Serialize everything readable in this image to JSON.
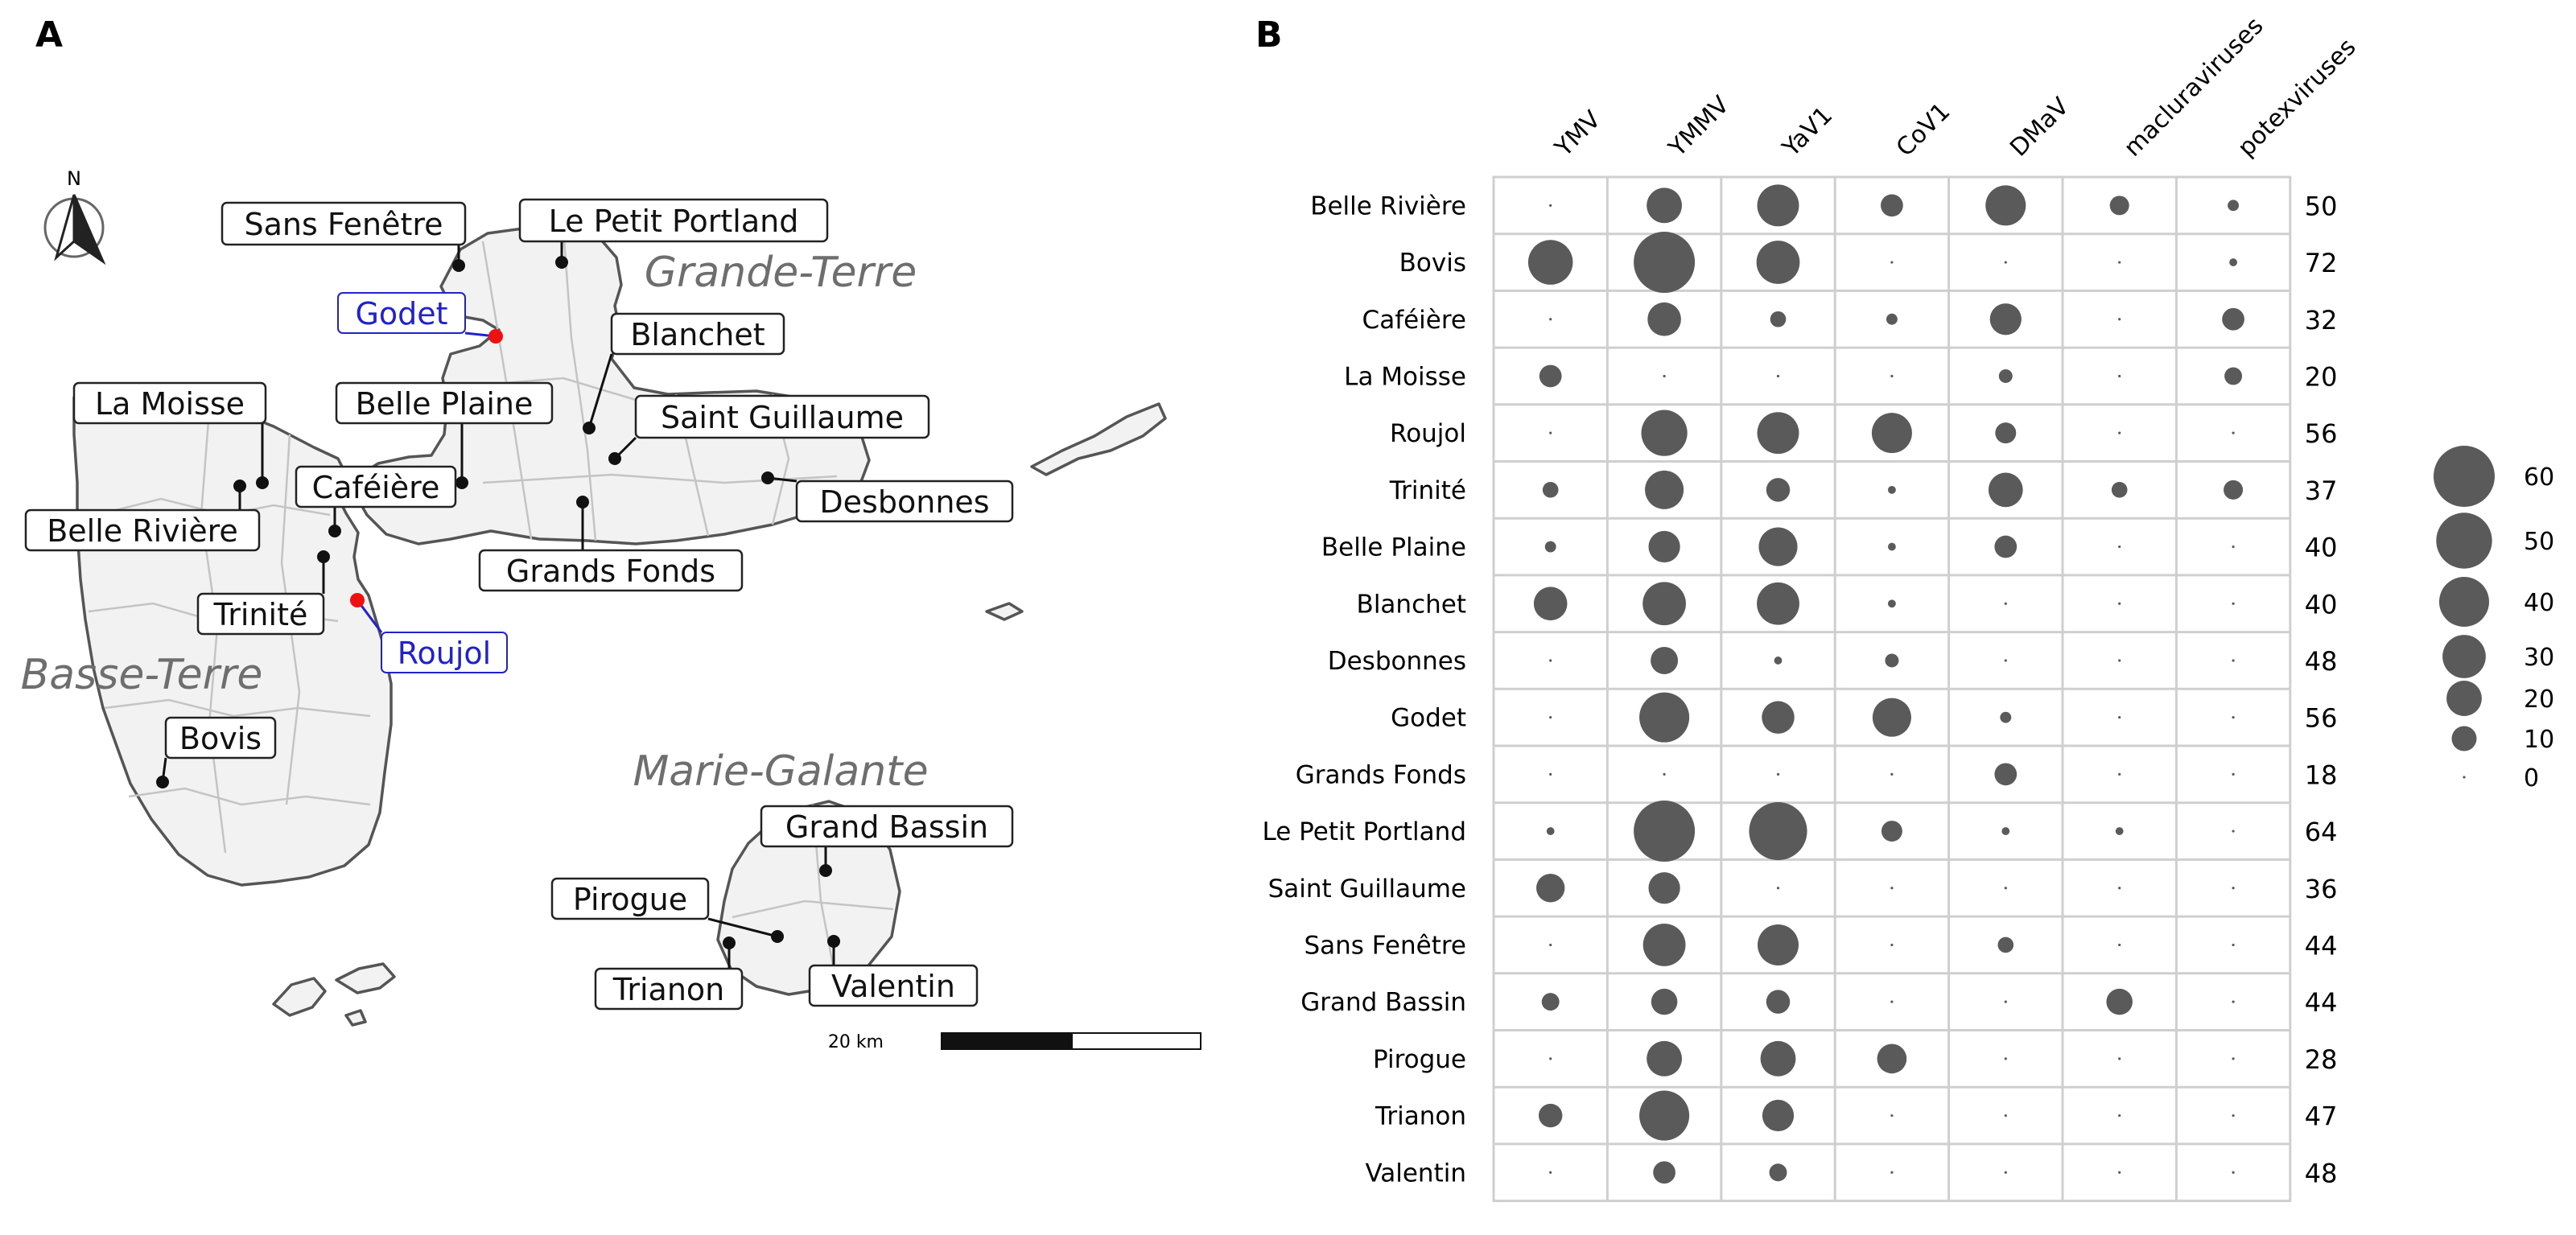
{
  "panel_a_letter": "A",
  "panel_b_letter": "B",
  "north_label": "N",
  "scale_bar_label": "20 km",
  "regions": [
    "Grande-Terre",
    "Basse-Terre",
    "Marie-Galante"
  ],
  "map_sites": [
    "Sans Fenêtre",
    "Le Petit Portland",
    "Godet",
    "Blanchet",
    "La Moisse",
    "Belle Plaine",
    "Saint Guillaume",
    "Caféière",
    "Desbonnes",
    "Belle Rivière",
    "Grands Fonds",
    "Trinité",
    "Roujol",
    "Bovis",
    "Grand Bassin",
    "Pirogue",
    "Trianon",
    "Valentin"
  ],
  "highlighted_sites": [
    "Godet",
    "Roujol"
  ],
  "colors": {
    "land": "#f2f2f2",
    "coast": "#555555",
    "commune_border": "#c4c4c4",
    "marker": "#111111",
    "highlight_marker": "#ee1111",
    "highlight_label": "#2222cc",
    "region_label": "#6e6e6e",
    "bubble": "#5a5a5a",
    "grid": "#cfcfcf"
  },
  "chart_data": {
    "type": "bubble_matrix",
    "columns": [
      "YMV",
      "YMMV",
      "YaV1",
      "CoV1",
      "DMaV",
      "macluraviruses",
      "potexviruses"
    ],
    "rows": [
      "Belle Rivière",
      "Bovis",
      "Caféière",
      "La Moisse",
      "Roujol",
      "Trinité",
      "Belle Plaine",
      "Blanchet",
      "Desbonnes",
      "Godet",
      "Grands Fonds",
      "Le Petit Portland",
      "Saint Guillaume",
      "Sans Fenêtre",
      "Grand Bassin",
      "Pirogue",
      "Trianon",
      "Valentin"
    ],
    "totals": [
      50,
      72,
      32,
      20,
      56,
      37,
      40,
      40,
      48,
      56,
      18,
      64,
      36,
      44,
      44,
      28,
      47,
      48
    ],
    "values": [
      [
        0,
        20,
        28,
        8,
        26,
        6,
        2
      ],
      [
        32,
        60,
        30,
        0,
        0,
        0,
        1
      ],
      [
        0,
        18,
        4,
        2,
        16,
        0,
        8
      ],
      [
        8,
        0,
        0,
        0,
        3,
        0,
        5
      ],
      [
        0,
        34,
        28,
        26,
        7,
        0,
        0
      ],
      [
        4,
        24,
        9,
        1,
        19,
        4,
        6
      ],
      [
        2,
        16,
        24,
        1,
        8,
        0,
        0
      ],
      [
        18,
        30,
        29,
        1,
        0,
        0,
        0
      ],
      [
        0,
        12,
        1,
        3,
        0,
        0,
        0
      ],
      [
        0,
        40,
        17,
        24,
        2,
        0,
        0
      ],
      [
        0,
        0,
        0,
        0,
        8,
        0,
        0
      ],
      [
        1,
        60,
        54,
        7,
        1,
        1,
        0
      ],
      [
        13,
        16,
        0,
        0,
        0,
        0,
        0
      ],
      [
        0,
        29,
        27,
        0,
        4,
        0,
        0
      ],
      [
        5,
        11,
        9,
        0,
        0,
        11,
        0
      ],
      [
        0,
        20,
        20,
        14,
        0,
        0,
        0
      ],
      [
        9,
        40,
        16,
        0,
        0,
        0,
        0
      ],
      [
        0,
        8,
        5,
        0,
        0,
        0,
        0
      ]
    ],
    "size_legend": [
      60,
      50,
      40,
      30,
      20,
      10,
      0
    ]
  }
}
